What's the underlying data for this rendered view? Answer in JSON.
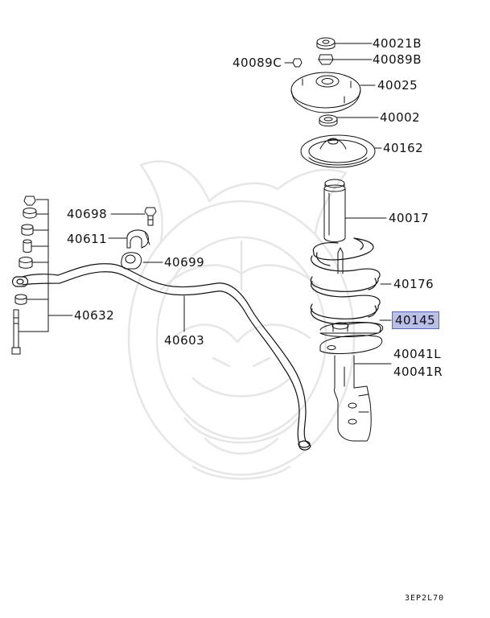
{
  "diagram": {
    "parts": {
      "p40021B": "40021B",
      "p40089B": "40089B",
      "p40089C": "40089C",
      "p40025": "40025",
      "p40002": "40002",
      "p40162": "40162",
      "p40017": "40017",
      "p40698": "40698",
      "p40611": "40611",
      "p40699": "40699",
      "p40176": "40176",
      "p40145": "40145",
      "p40632": "40632",
      "p40603": "40603",
      "p40041L": "40041L",
      "p40041R": "40041R"
    },
    "highlighted_part": "40145",
    "diagram_code": "3EP2L70",
    "colors": {
      "highlight_fill": "#b9bfe6",
      "highlight_border": "#5d66b8",
      "line": "#111111",
      "watermark": "#e8e8e8"
    }
  }
}
